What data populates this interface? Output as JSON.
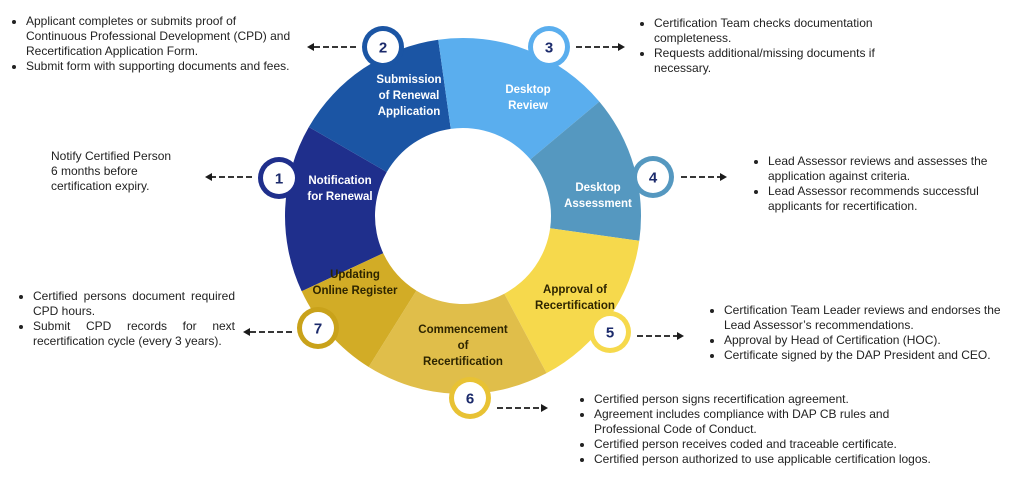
{
  "steps": [
    {
      "num": "1",
      "title": [
        "Notification",
        "for Renewal"
      ],
      "color": "#1f2f8c",
      "ring": "#1f2f8c",
      "notes": [
        "Notify Certified Person",
        "6 months before",
        "certification expiry."
      ]
    },
    {
      "num": "2",
      "title": [
        "Submission",
        "of Renewal",
        "Application"
      ],
      "color": "#1b55a4",
      "ring": "#1b55a4",
      "notes": [
        "Applicant completes or submits proof of Continuous Professional Development (CPD) and Recertification Application Form.",
        "Submit form with supporting documents and fees."
      ]
    },
    {
      "num": "3",
      "title": [
        "Desktop",
        "Review"
      ],
      "color": "#5aaeee",
      "ring": "#5aaeee",
      "notes": [
        "Certification Team checks documentation completeness.",
        "Requests additional/missing documents if necessary."
      ]
    },
    {
      "num": "4",
      "title": [
        "Desktop",
        "Assessment"
      ],
      "color": "#5598c0",
      "ring": "#5598c0",
      "notes": [
        "Lead Assessor reviews and assesses the application against criteria.",
        "Lead Assessor recommends successful applicants for recertification."
      ]
    },
    {
      "num": "5",
      "title": [
        "Approval of",
        "Recertification"
      ],
      "color": "#f6d94c",
      "ring": "#f6d94c",
      "notes": [
        "Certification Team Leader reviews and endorses the Lead Assessor’s recommendations.",
        "Approval by Head of Certification (HOC).",
        "Certificate signed by the DAP President and CEO."
      ]
    },
    {
      "num": "6",
      "title": [
        "Commencement",
        "of",
        "Recertification"
      ],
      "color": "#e0be4a",
      "ring": "#e8c234",
      "notes": [
        "Certified person signs recertification agreement.",
        "Agreement includes compliance with DAP CB rules and Professional Code of Conduct.",
        "Certified person receives coded and traceable certificate.",
        "Certified person authorized to use applicable certification logos."
      ]
    },
    {
      "num": "7",
      "title": [
        "Updating",
        "Online Register"
      ],
      "color": "#d2ac26",
      "ring": "#c9a21a",
      "notes": [
        "Certified persons document required CPD hours.",
        "Submit CPD records for next recertification cycle (every 3 years)."
      ]
    }
  ]
}
